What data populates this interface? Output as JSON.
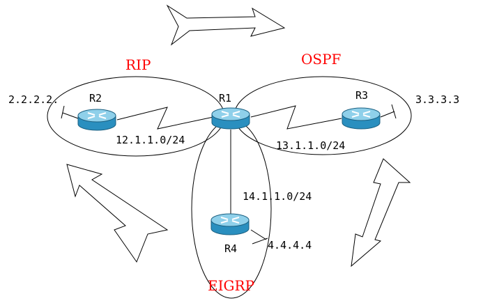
{
  "colors": {
    "protocol_text": "#ff0000",
    "router_body": "#2a8fbf",
    "router_top": "#8fd0ea",
    "line": "#000000"
  },
  "protocols": {
    "rip": "RIP",
    "ospf": "OSPF",
    "eigrp": "EIGRP"
  },
  "routers": {
    "r1": "R1",
    "r2": "R2",
    "r3": "R3",
    "r4": "R4"
  },
  "loopbacks": {
    "r2": "2.2.2.2.",
    "r3": "3.3.3.3",
    "r4": "4.4.4.4"
  },
  "networks": {
    "r1_r2": "12.1.1.0/24",
    "r1_r3": "13.1.1.0/24",
    "r1_r4": "14.1.1.0/24"
  },
  "icons": {
    "router": "router-icon",
    "redistribution": "redistribution-arrow-icon"
  }
}
